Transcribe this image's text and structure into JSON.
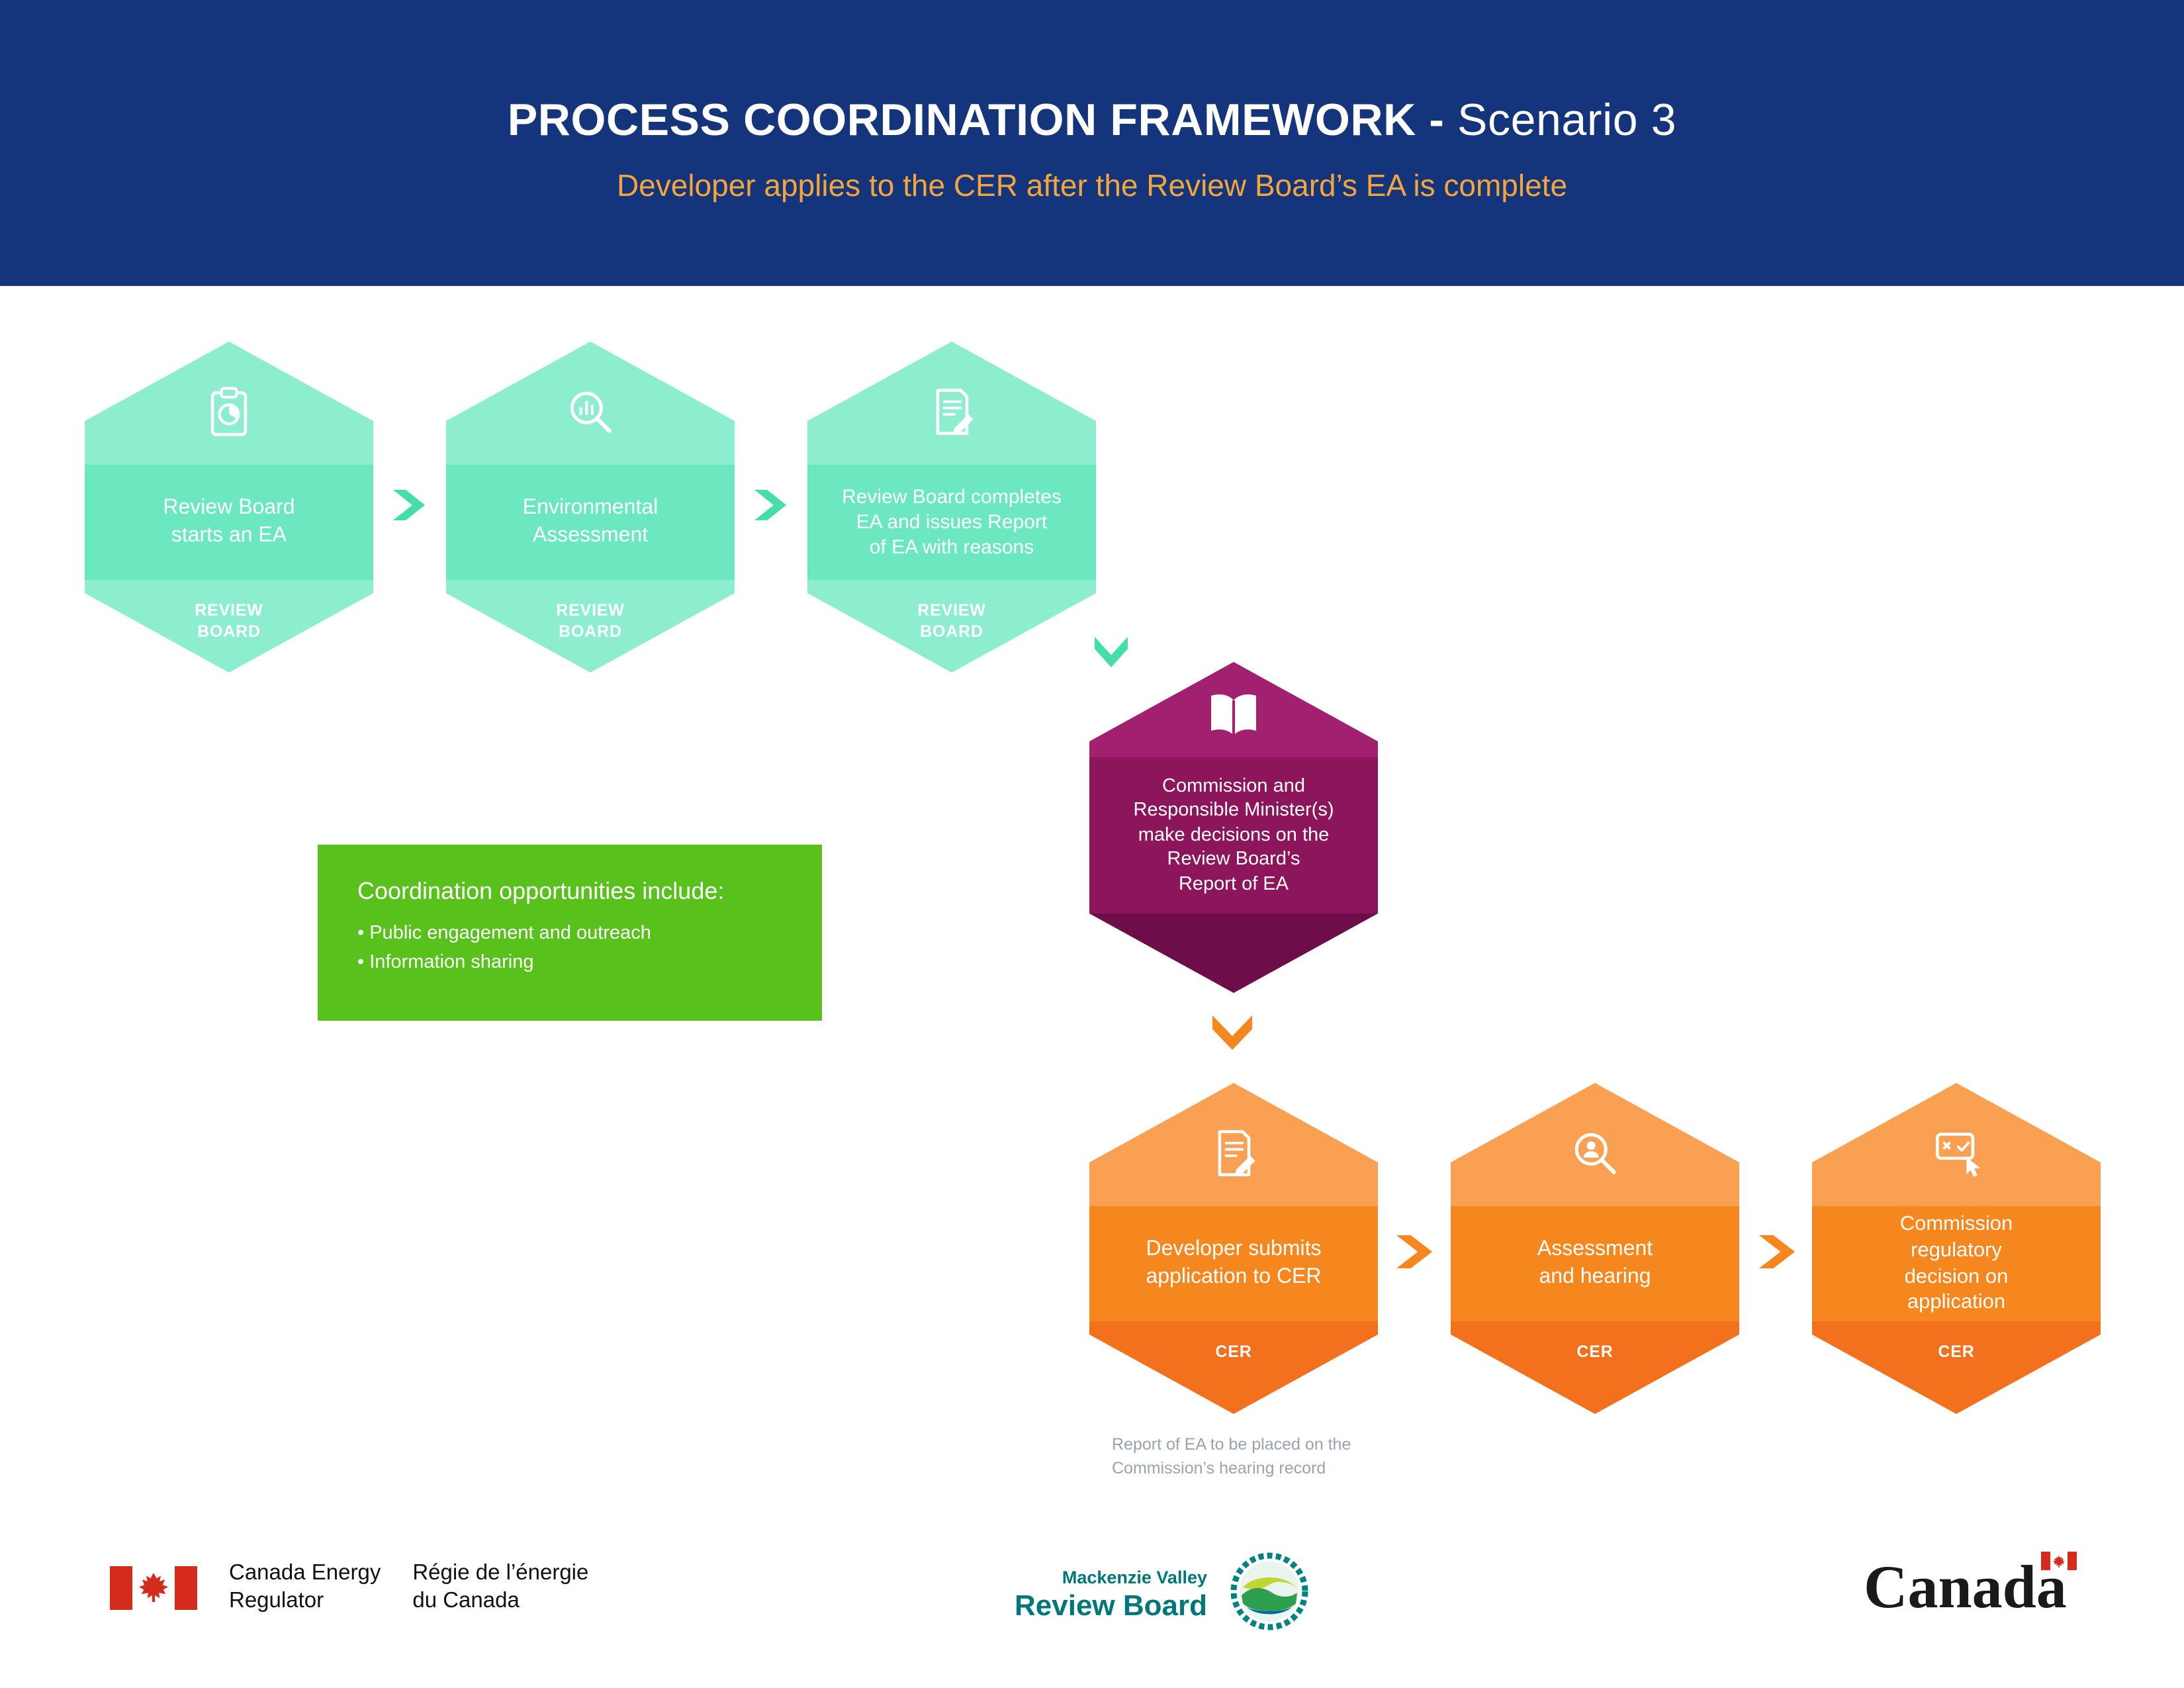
{
  "colors": {
    "header_bg": "#14357B",
    "subtitle_gold": "#F4A63B",
    "teal_light": "#8DEDCF",
    "teal_mid": "#6BE8C0",
    "teal_arrow": "#44DFA7",
    "purple_light": "#A12070",
    "purple_mid": "#8C155C",
    "purple_dark": "#6D0E49",
    "orange_light": "#F9A053",
    "orange_mid": "#F6871F",
    "orange_dark": "#F3701D",
    "green_box": "#58C11C",
    "note_text": "#98A3B3",
    "mvrb_teal": "#00787A",
    "flag_red": "#D52B1E"
  },
  "header": {
    "title_main": "PROCESS COORDINATION FRAMEWORK - ",
    "title_scenario": "Scenario 3",
    "subtitle": "Developer applies to the CER after the Review Board’s EA is complete"
  },
  "flow": {
    "review_board_steps": [
      {
        "label": "Review Board\nstarts an EA",
        "org": "REVIEW\nBOARD",
        "icon": "clipboard-chart-icon"
      },
      {
        "label": "Environmental\nAssessment",
        "org": "REVIEW\nBOARD",
        "icon": "magnifier-chart-icon"
      },
      {
        "label": "Review Board completes\nEA and issues Report\nof EA with reasons",
        "org": "REVIEW\nBOARD",
        "icon": "document-pen-icon"
      }
    ],
    "decision_step": {
      "label": "Commission and\nResponsible Minister(s)\nmake decisions on the\nReview Board’s\nReport of EA",
      "icon": "open-book-icon"
    },
    "cer_steps": [
      {
        "label": "Developer submits\napplication to CER",
        "org": "CER",
        "icon": "document-pen-icon"
      },
      {
        "label": "Assessment\nand hearing",
        "org": "CER",
        "icon": "magnifier-person-icon"
      },
      {
        "label": "Commission\nregulatory\ndecision on\napplication",
        "org": "CER",
        "icon": "checkbox-hand-icon"
      }
    ],
    "note": "Report of EA to be placed on the\nCommission’s hearing record"
  },
  "coordination_box": {
    "title": "Coordination opportunities include:",
    "items": [
      "Public engagement and outreach",
      "Information sharing"
    ]
  },
  "footer": {
    "cer_logo_en": "Canada Energy\nRegulator",
    "cer_logo_fr": "Régie de l’énergie\ndu Canada",
    "mvrb_line1": "Mackenzie Valley",
    "mvrb_line2": "Review Board",
    "canada_wordmark": "Canada"
  }
}
